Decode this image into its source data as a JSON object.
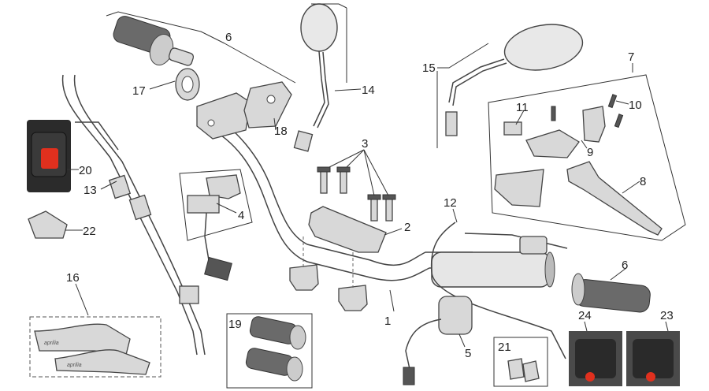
{
  "callouts": [
    {
      "id": "c1",
      "text": "1"
    },
    {
      "id": "c2",
      "text": "2"
    },
    {
      "id": "c3",
      "text": "3"
    },
    {
      "id": "c4",
      "text": "4"
    },
    {
      "id": "c5",
      "text": "5"
    },
    {
      "id": "c6a",
      "text": "6"
    },
    {
      "id": "c6b",
      "text": "6"
    },
    {
      "id": "c7",
      "text": "7"
    },
    {
      "id": "c8",
      "text": "8"
    },
    {
      "id": "c9",
      "text": "9"
    },
    {
      "id": "c10",
      "text": "10"
    },
    {
      "id": "c11",
      "text": "11"
    },
    {
      "id": "c12",
      "text": "12"
    },
    {
      "id": "c13",
      "text": "13"
    },
    {
      "id": "c14",
      "text": "14"
    },
    {
      "id": "c15",
      "text": "15"
    },
    {
      "id": "c16",
      "text": "16"
    },
    {
      "id": "c17",
      "text": "17"
    },
    {
      "id": "c18",
      "text": "18"
    },
    {
      "id": "c19",
      "text": "19"
    },
    {
      "id": "c20",
      "text": "20"
    },
    {
      "id": "c21",
      "text": "21"
    },
    {
      "id": "c22",
      "text": "22"
    },
    {
      "id": "c23",
      "text": "23"
    },
    {
      "id": "c24",
      "text": "24"
    }
  ],
  "hand_guard_logo": "aprilia",
  "colors": {
    "switch_red": "#e0301e",
    "grip_dark": "#6a6a6a",
    "part_fill": "#d8d8d8",
    "line": "#333333"
  }
}
